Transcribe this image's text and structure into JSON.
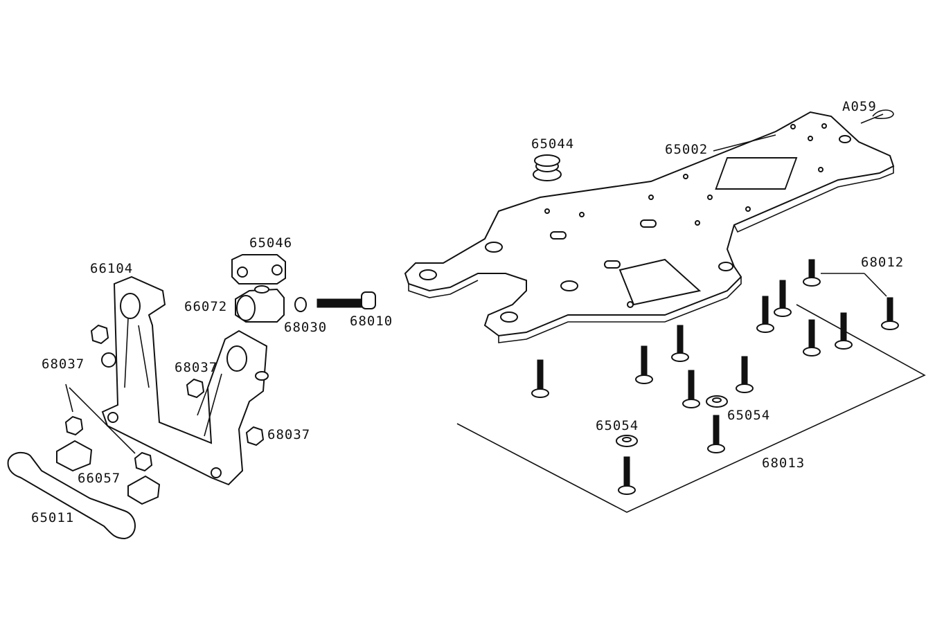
{
  "diagram": {
    "title": "Exploded parts diagram - chassis plate and front bulkhead",
    "labels": {
      "a059": "A059",
      "p65002": "65002",
      "p65044": "65044",
      "p65046": "65046",
      "p66104": "66104",
      "p66072": "66072",
      "p68030": "68030",
      "p68010": "68010",
      "p68037_a": "68037",
      "p68037_b": "68037",
      "p68037_c": "68037",
      "p66057": "66057",
      "p65011": "65011",
      "p68012": "68012",
      "p65054_a": "65054",
      "p65054_b": "65054",
      "p68013": "68013"
    }
  }
}
